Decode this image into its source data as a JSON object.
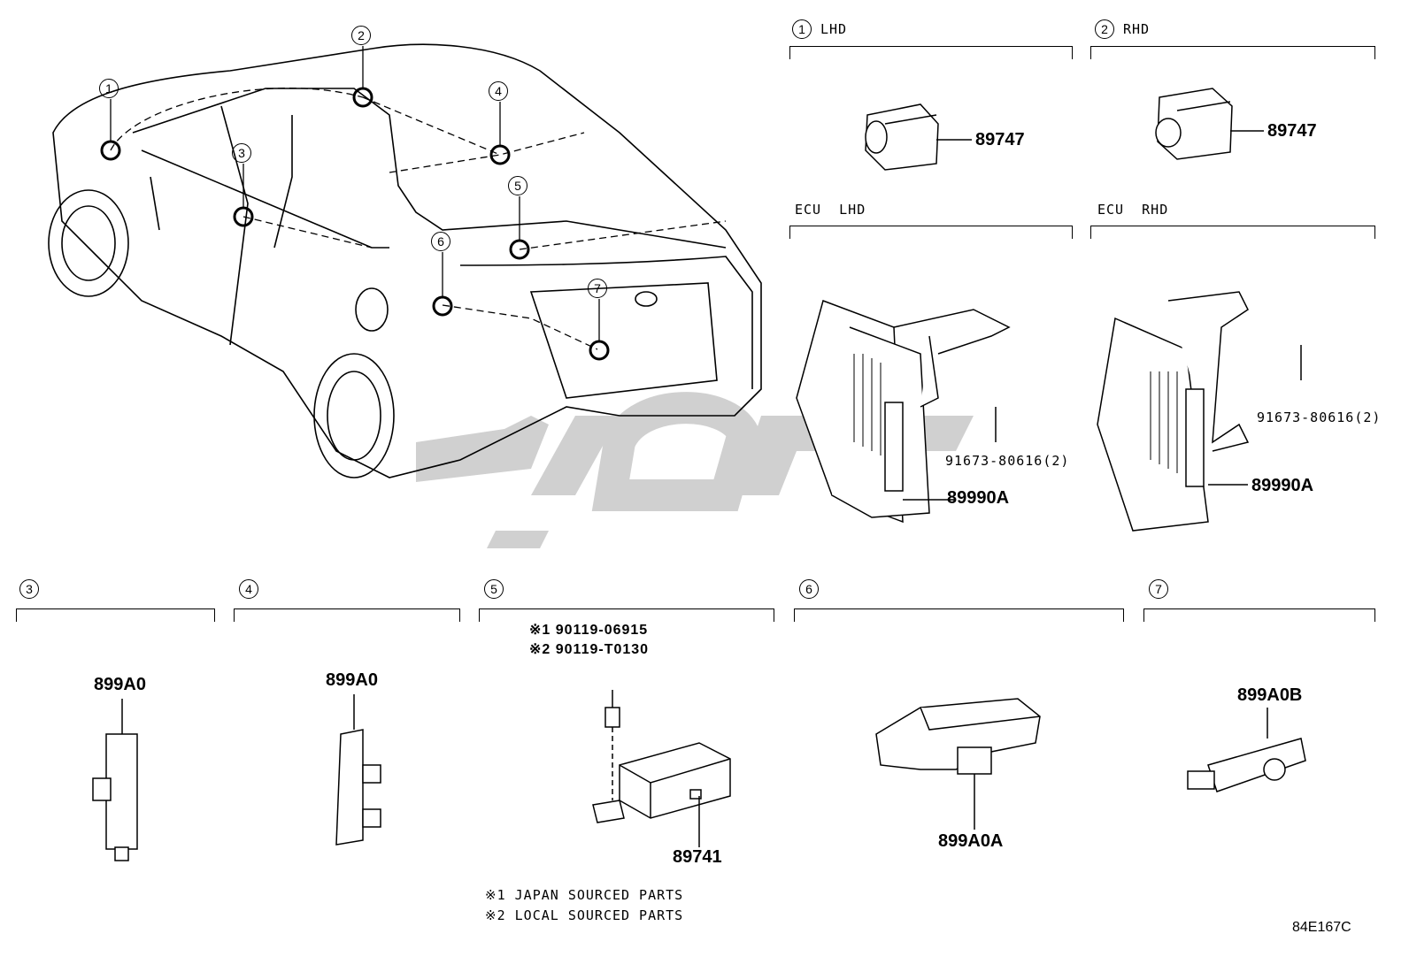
{
  "callouts": [
    "1",
    "2",
    "3",
    "4",
    "5",
    "6",
    "7"
  ],
  "sections": {
    "s1": {
      "num": "1",
      "title": "LHD",
      "part": "89747"
    },
    "s2": {
      "num": "2",
      "title": "RHD",
      "part": "89747"
    },
    "ecu_lhd": {
      "title": "ECU  LHD",
      "screw": "91673-80616(2)",
      "part": "89990A"
    },
    "ecu_rhd": {
      "title": "ECU  RHD",
      "screw": "91673-80616(2)",
      "part": "89990A"
    },
    "s3": {
      "num": "3",
      "part": "899A0"
    },
    "s4": {
      "num": "4",
      "part": "899A0"
    },
    "s5": {
      "num": "5",
      "bolt1": "※1 90119-06915",
      "bolt2": "※2 90119-T0130",
      "part": "89741"
    },
    "s6": {
      "num": "6",
      "part": "899A0A"
    },
    "s7": {
      "num": "7",
      "part": "899A0B"
    }
  },
  "notes": [
    "※1 JAPAN SOURCED PARTS",
    "※2 LOCAL SOURCED PARTS"
  ],
  "diagram_code": "84E167C",
  "watermark_color": "#c8c8c8"
}
